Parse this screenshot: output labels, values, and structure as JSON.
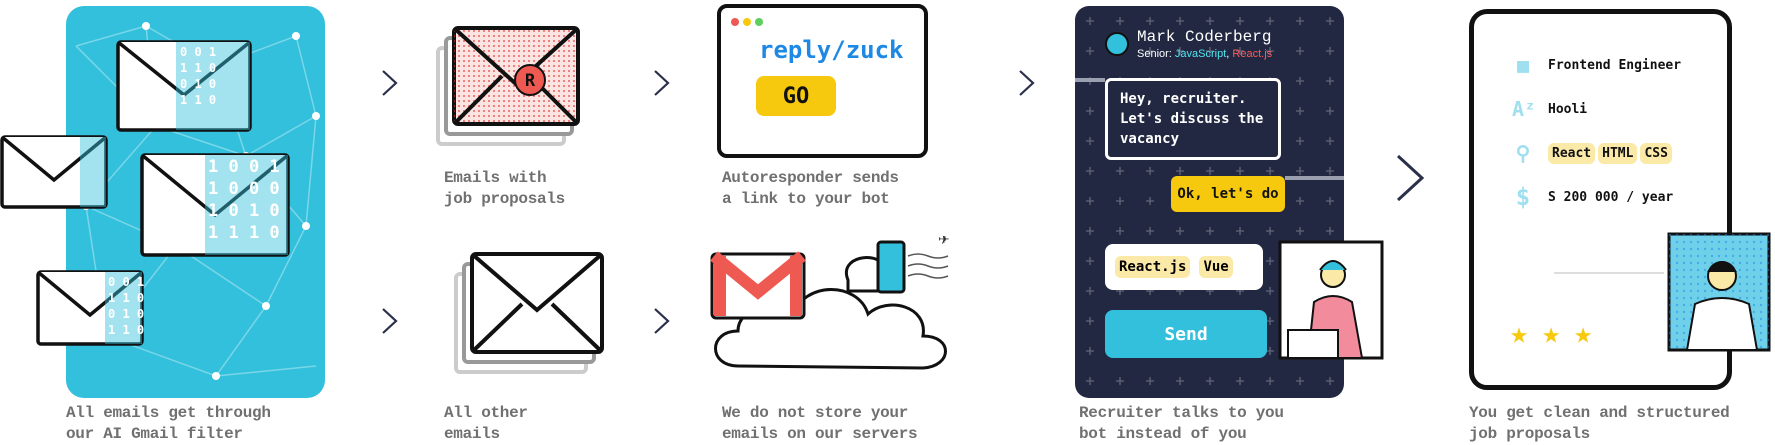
{
  "steps": [
    {
      "caption_l1": "All emails get through",
      "caption_l2": "our AI Gmail filter"
    },
    {
      "caption_l1": "Emails with",
      "caption_l2": "job proposals",
      "badge": "R"
    },
    {
      "caption_l1": "Autoresponder sends",
      "caption_l2": "a link to your bot",
      "link": "reply/zuck",
      "button": "GO"
    },
    {
      "caption_l1": "All other",
      "caption_l2": "emails"
    },
    {
      "caption_l1": "We do not store your",
      "caption_l2": "emails on our servers"
    },
    {
      "caption_l1": "Recruiter talks to you",
      "caption_l2": "bot instead of you"
    },
    {
      "caption_l1": "You get clean and structured",
      "caption_l2": "job proposals"
    }
  ],
  "chat": {
    "name": "Mark Coderberg",
    "subtitle_prefix": "Senior: ",
    "skill1": "JavaScript",
    "sep": ", ",
    "skill2": "React.js",
    "bot_message": "Hey, recruiter. Let's discuss the vacancy",
    "recruiter_message": "Ok, let's do",
    "options": [
      "React.js",
      "Vue"
    ],
    "send_label": "Send"
  },
  "result": {
    "position": "Frontend Engineer",
    "company": "Hooli",
    "stack": [
      "React",
      "HTML",
      "CSS"
    ],
    "salary": "S 200 000 / year",
    "rating": 3
  },
  "binary": [
    "0 0 1",
    "1 1 0",
    "0 1 0",
    "1 1 0"
  ],
  "colors": {
    "filter_blue": "#33c0dc",
    "accent_yellow": "#f6c90e",
    "chat_bg": "#232842",
    "send_button": "#33c0dc",
    "icon_blue": "#9fdff0",
    "gmail_red": "#ee5a52"
  }
}
